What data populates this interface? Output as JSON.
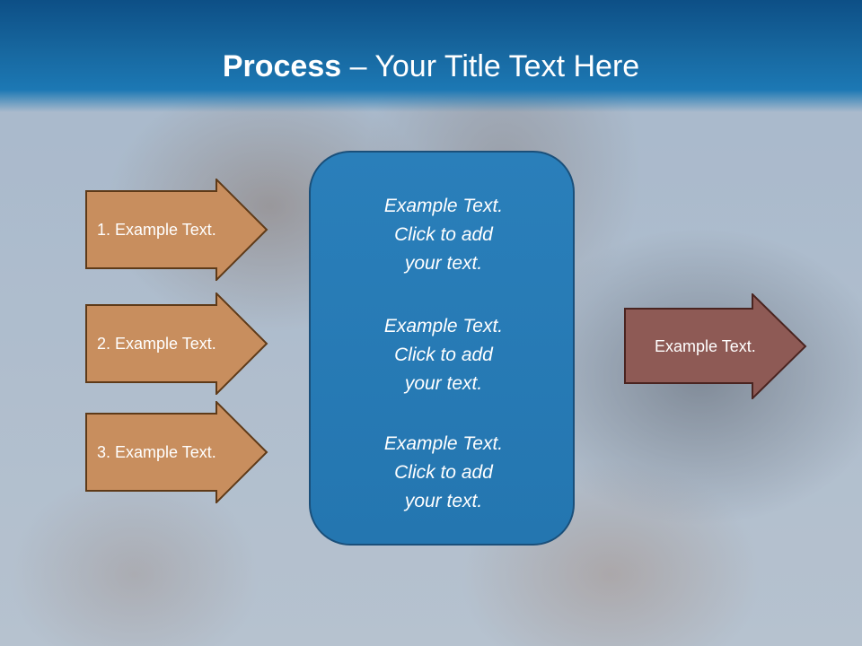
{
  "slide": {
    "title_bold": "Process",
    "title_rest": " – Your Title Text Here"
  },
  "left_arrows": [
    {
      "label": "1. Example Text."
    },
    {
      "label": "2. Example Text."
    },
    {
      "label": "3. Example Text."
    }
  ],
  "center_box": {
    "blocks": [
      {
        "line1": "Example Text.",
        "line2": "Click  to add",
        "line3": "your text."
      },
      {
        "line1": "Example Text.",
        "line2": "Click  to add",
        "line3": "your text."
      },
      {
        "line1": "Example Text.",
        "line2": "Click  to add",
        "line3": "your text."
      }
    ]
  },
  "right_arrow": {
    "label": "Example Text."
  },
  "colors": {
    "header_blue": "#17679f",
    "left_arrow_fill": "#c88e5e",
    "left_arrow_border": "#5e3a18",
    "center_box_fill": "#2476b0",
    "right_arrow_fill": "#8e5a55",
    "right_arrow_border": "#4a2420"
  }
}
